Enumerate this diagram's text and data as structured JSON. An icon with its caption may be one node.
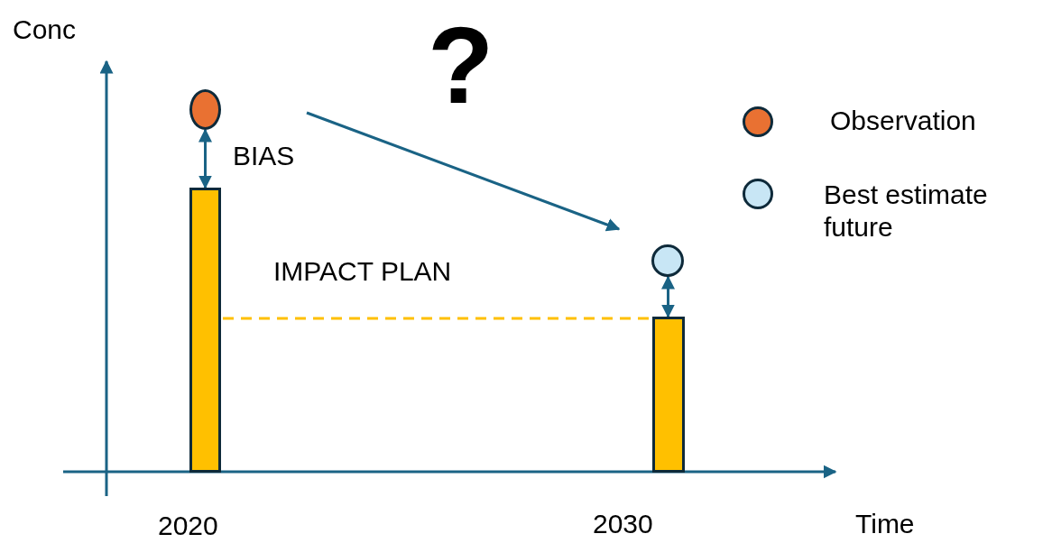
{
  "diagram": {
    "nodes": [
      {
        "text": [],
        "shape": "circle"
      },
      {
        "text": [],
        "shape": "bar"
      },
      {
        "text": [],
        "shape": "circle"
      },
      {
        "text": [],
        "shape": "bar"
      }
    ],
    "edges": [
      {
        "from": 0,
        "to": 1,
        "arrow": "both"
      },
      {
        "from": 2,
        "to": 3,
        "arrow": "both"
      },
      {
        "from": 1,
        "to": 3,
        "arrow": "none",
        "style": "dashed",
        "color": "#ffc000"
      }
    ],
    "labels": [
      "Conc",
      "?",
      "BIAS",
      "IMPACT PLAN",
      "2020",
      "2030",
      "Time"
    ],
    "legend": [
      {
        "text": "Observation",
        "color": "#e97132"
      },
      {
        "text": "Best estimate future",
        "color": "#c8e6f5"
      }
    ]
  }
}
